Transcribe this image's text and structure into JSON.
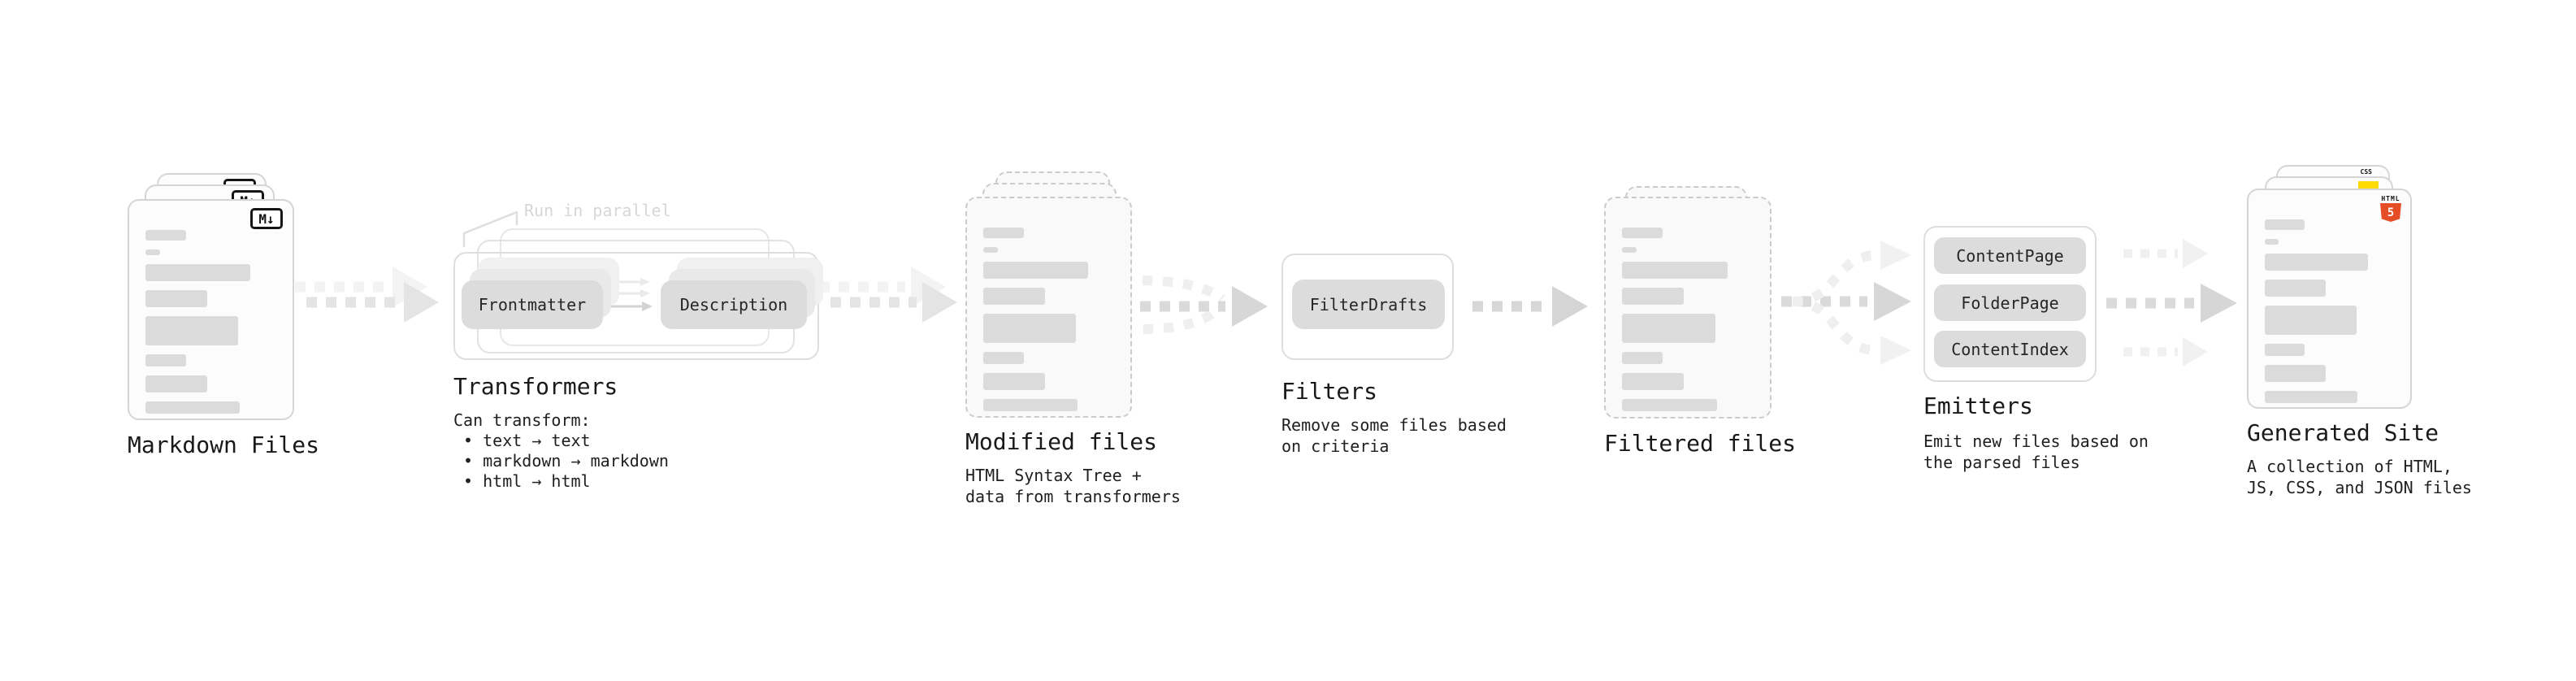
{
  "diagram": {
    "markdown_files": {
      "title": "Markdown Files",
      "badge": "M↓"
    },
    "transformers": {
      "annotation": "Run in parallel",
      "pill_frontmatter": "Frontmatter",
      "pill_description": "Description",
      "title": "Transformers",
      "body": "Can transform:\n • text → text\n • markdown → markdown\n • html → html"
    },
    "modified_files": {
      "title": "Modified files",
      "subtitle": "HTML Syntax Tree +\ndata from transformers"
    },
    "filters": {
      "pill": "FilterDrafts",
      "title": "Filters",
      "subtitle": "Remove some files based\non criteria"
    },
    "filtered_files": {
      "title": "Filtered files"
    },
    "emitters": {
      "pills": [
        "ContentPage",
        "FolderPage",
        "ContentIndex"
      ],
      "title": "Emitters",
      "subtitle": "Emit new files based on\nthe parsed files"
    },
    "generated_site": {
      "title": "Generated Site",
      "subtitle": "A collection of HTML,\nJS, CSS, and JSON files",
      "css_badge": "CSS",
      "html_badge_label": "HTML",
      "html_badge_number": "5"
    }
  },
  "colors": {
    "html5_orange": "#e44d26",
    "js_yellow": "#ffdb00",
    "css_blue": "#2862e9",
    "bar_gray": "#dbdbdb",
    "pill_gray": "#dcdcdc",
    "arrow_gray": "#dadada",
    "arrow_ghost_gray": "#f1f1f1"
  }
}
